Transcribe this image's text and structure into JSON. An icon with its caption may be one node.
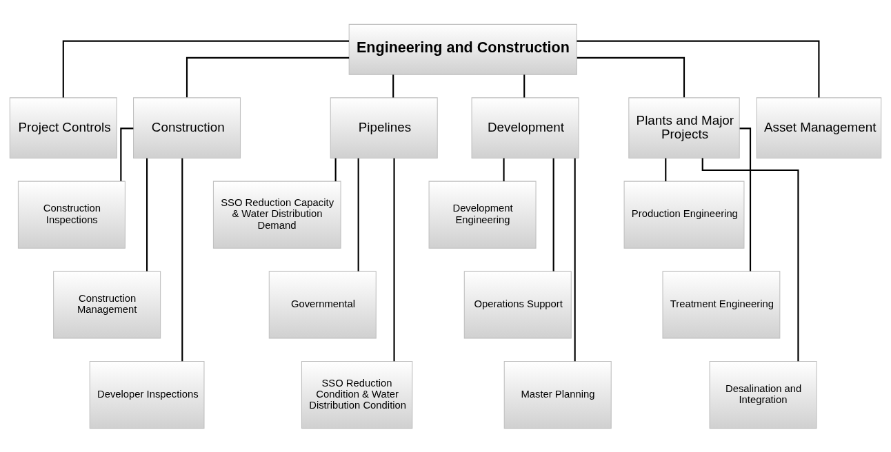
{
  "diagram": {
    "nodes": [
      {
        "text": [
          "Engineering and Construction"
        ]
      },
      {
        "text": [
          "Project Controls"
        ]
      },
      {
        "text": [
          "Construction"
        ]
      },
      {
        "text": [
          "Pipelines"
        ]
      },
      {
        "text": [
          "Development"
        ]
      },
      {
        "text": [
          "Plants and Major Projects"
        ]
      },
      {
        "text": [
          "Asset Management"
        ]
      },
      {
        "text": [
          "Construction Inspections"
        ]
      },
      {
        "text": [
          "Construction Management"
        ]
      },
      {
        "text": [
          "Developer Inspections"
        ]
      },
      {
        "text": [
          "SSO Reduction Capacity & Water Distribution Demand"
        ]
      },
      {
        "text": [
          "Governmental"
        ]
      },
      {
        "text": [
          "SSO Reduction Condition & Water Distribution Condition"
        ]
      },
      {
        "text": [
          "Development Engineering"
        ]
      },
      {
        "text": [
          "Operations Support"
        ]
      },
      {
        "text": [
          "Master Planning"
        ]
      },
      {
        "text": [
          "Production Engineering"
        ]
      },
      {
        "text": [
          "Treatment Engineering"
        ]
      },
      {
        "text": [
          "Desalination and Integration"
        ]
      }
    ],
    "edges": [
      {
        "from": 0,
        "to": 1,
        "arrow": "none"
      },
      {
        "from": 0,
        "to": 2,
        "arrow": "none"
      },
      {
        "from": 0,
        "to": 3,
        "arrow": "none"
      },
      {
        "from": 0,
        "to": 4,
        "arrow": "none"
      },
      {
        "from": 0,
        "to": 5,
        "arrow": "none"
      },
      {
        "from": 0,
        "to": 6,
        "arrow": "none"
      },
      {
        "from": 2,
        "to": 7,
        "arrow": "none"
      },
      {
        "from": 2,
        "to": 8,
        "arrow": "none"
      },
      {
        "from": 2,
        "to": 9,
        "arrow": "none"
      },
      {
        "from": 3,
        "to": 10,
        "arrow": "none"
      },
      {
        "from": 3,
        "to": 11,
        "arrow": "none"
      },
      {
        "from": 3,
        "to": 12,
        "arrow": "none"
      },
      {
        "from": 4,
        "to": 13,
        "arrow": "none"
      },
      {
        "from": 4,
        "to": 14,
        "arrow": "none"
      },
      {
        "from": 4,
        "to": 15,
        "arrow": "none"
      },
      {
        "from": 5,
        "to": 16,
        "arrow": "none"
      },
      {
        "from": 5,
        "to": 17,
        "arrow": "none"
      },
      {
        "from": 5,
        "to": 18,
        "arrow": "none"
      }
    ]
  }
}
